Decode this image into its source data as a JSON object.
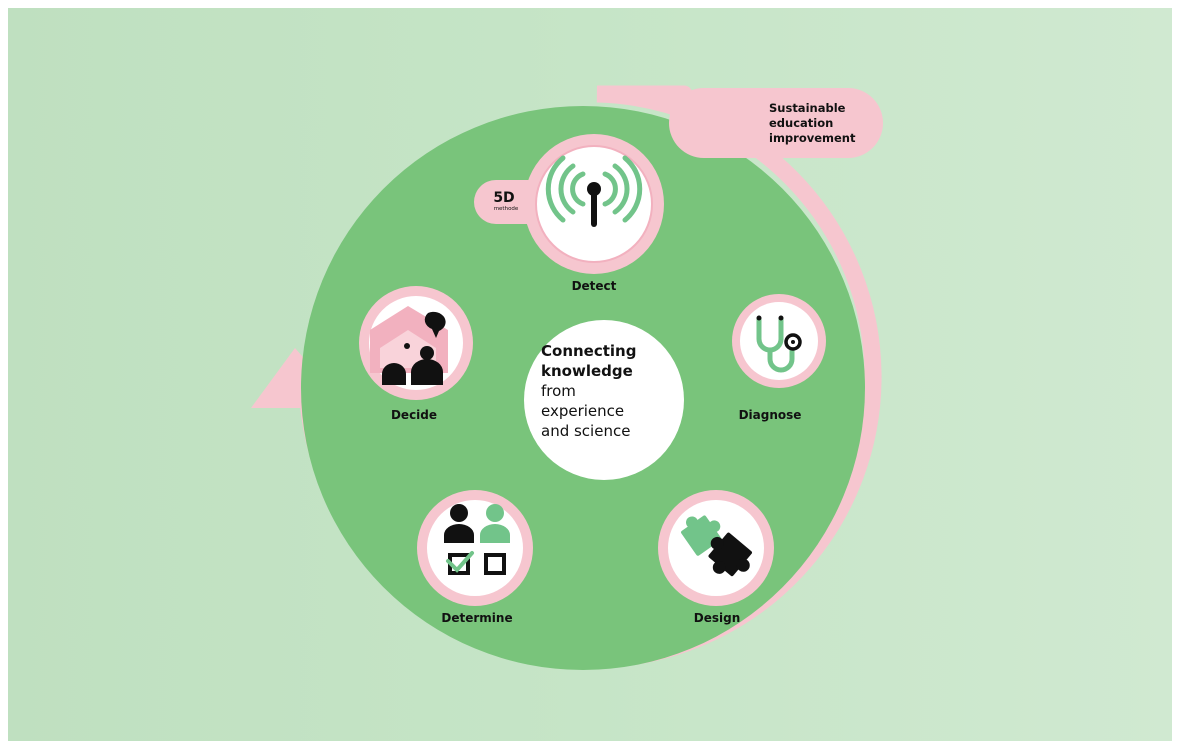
{
  "center": {
    "line1": "Connecting",
    "line2": "knowledge",
    "line3": "from",
    "line4": "experience",
    "line5": "and science"
  },
  "badge": {
    "title": "5D",
    "subtitle": "methode"
  },
  "callout": {
    "line1": "Sustainable",
    "line2": "education",
    "line3": "improvement"
  },
  "steps": [
    {
      "label": "Detect",
      "icon": "antenna-signal-icon"
    },
    {
      "label": "Diagnose",
      "icon": "stethoscope-icon"
    },
    {
      "label": "Design",
      "icon": "puzzle-pieces-icon"
    },
    {
      "label": "Determine",
      "icon": "people-checkbox-icon"
    },
    {
      "label": "Decide",
      "icon": "people-conversation-icon"
    }
  ],
  "colors": {
    "background": "#c6e5c7",
    "disc": "#79c47b",
    "pink": "#f6c6cf",
    "pink_dark": "#f2b1bf",
    "accent_green": "#72c48a",
    "ink": "#111111"
  }
}
